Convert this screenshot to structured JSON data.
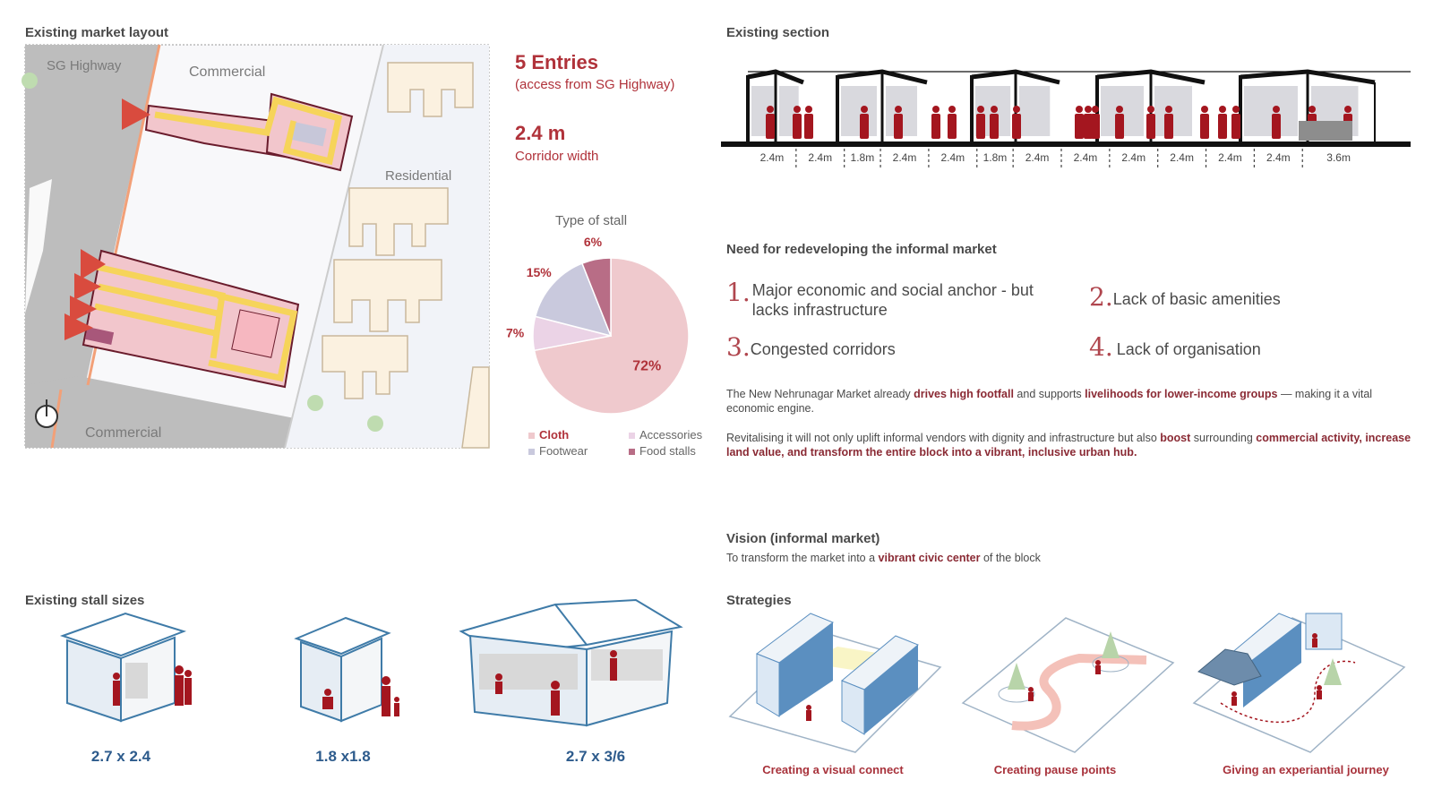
{
  "layout": {
    "title": "Existing market layout",
    "labels": {
      "highway": "SG Highway",
      "commercial_top": "Commercial",
      "residential": "Residential",
      "commercial_bottom": "Commercial"
    }
  },
  "facts": {
    "entries_value": "5 Entries",
    "entries_note": "(access from SG Highway)",
    "corridor_value": "2.4 m",
    "corridor_note": "Corridor width"
  },
  "chart_data": {
    "type": "pie",
    "title": "Type of stall",
    "slices": [
      {
        "label": "Cloth",
        "value": 72,
        "text": "72%",
        "color": "#efc9cd"
      },
      {
        "label": "Accessories",
        "value": 7,
        "text": "7%",
        "color": "#ebd3e6"
      },
      {
        "label": "Footwear",
        "value": 15,
        "text": "15%",
        "color": "#c9c9dd"
      },
      {
        "label": "Food stalls",
        "value": 6,
        "text": "6%",
        "color": "#b86d86"
      }
    ]
  },
  "section": {
    "title": "Existing section",
    "dims": [
      "2.4m",
      "2.4m",
      "1.8m",
      "2.4m",
      "2.4m",
      "1.8m",
      "2.4m",
      "2.4m",
      "2.4m",
      "2.4m",
      "2.4m",
      "2.4m",
      "3.6m"
    ]
  },
  "needs": {
    "title": "Need for redeveloping the informal market",
    "items": [
      {
        "num": "1.",
        "text": "Major economic and social anchor -  but lacks infrastructure"
      },
      {
        "num": "2.",
        "text": "Lack of basic amenities"
      },
      {
        "num": "3.",
        "text": "Congested corridors"
      },
      {
        "num": "4.",
        "text": "Lack of organisation"
      }
    ],
    "para1": {
      "t1": "The New Nehrunagar Market already ",
      "b1": "drives high footfall",
      "t2": " and supports ",
      "b2": "livelihoods for lower-income groups",
      "t3": " — making it a vital economic engine."
    },
    "para2": {
      "t1": "Revitalising it will not only uplift informal vendors with dignity and infrastructure but also ",
      "b1": "boost",
      "t2": " surrounding ",
      "b2": "commercial activity, increase land value, and transform the entire block into a vibrant, inclusive urban hub."
    }
  },
  "vision": {
    "title": "Vision (informal market)",
    "t1": "To transform the market into a ",
    "b1": "vibrant civic center",
    "t2": " of the block"
  },
  "stalls": {
    "title": "Existing stall sizes",
    "sizes": [
      "2.7 x 2.4",
      "1.8 x1.8",
      "2.7 x 3/6"
    ]
  },
  "strategies": {
    "title": "Strategies",
    "items": [
      "Creating a visual connect",
      "Creating pause points",
      "Giving an experiantial journey"
    ]
  },
  "colors": {
    "accent_red": "#b0323a",
    "path_yellow": "#f6d45a",
    "stall_pink": "#f2c6cc",
    "building_cream": "#fbf1e0",
    "road_grey": "#b9b9b9",
    "blue": "#2d5b8c"
  }
}
